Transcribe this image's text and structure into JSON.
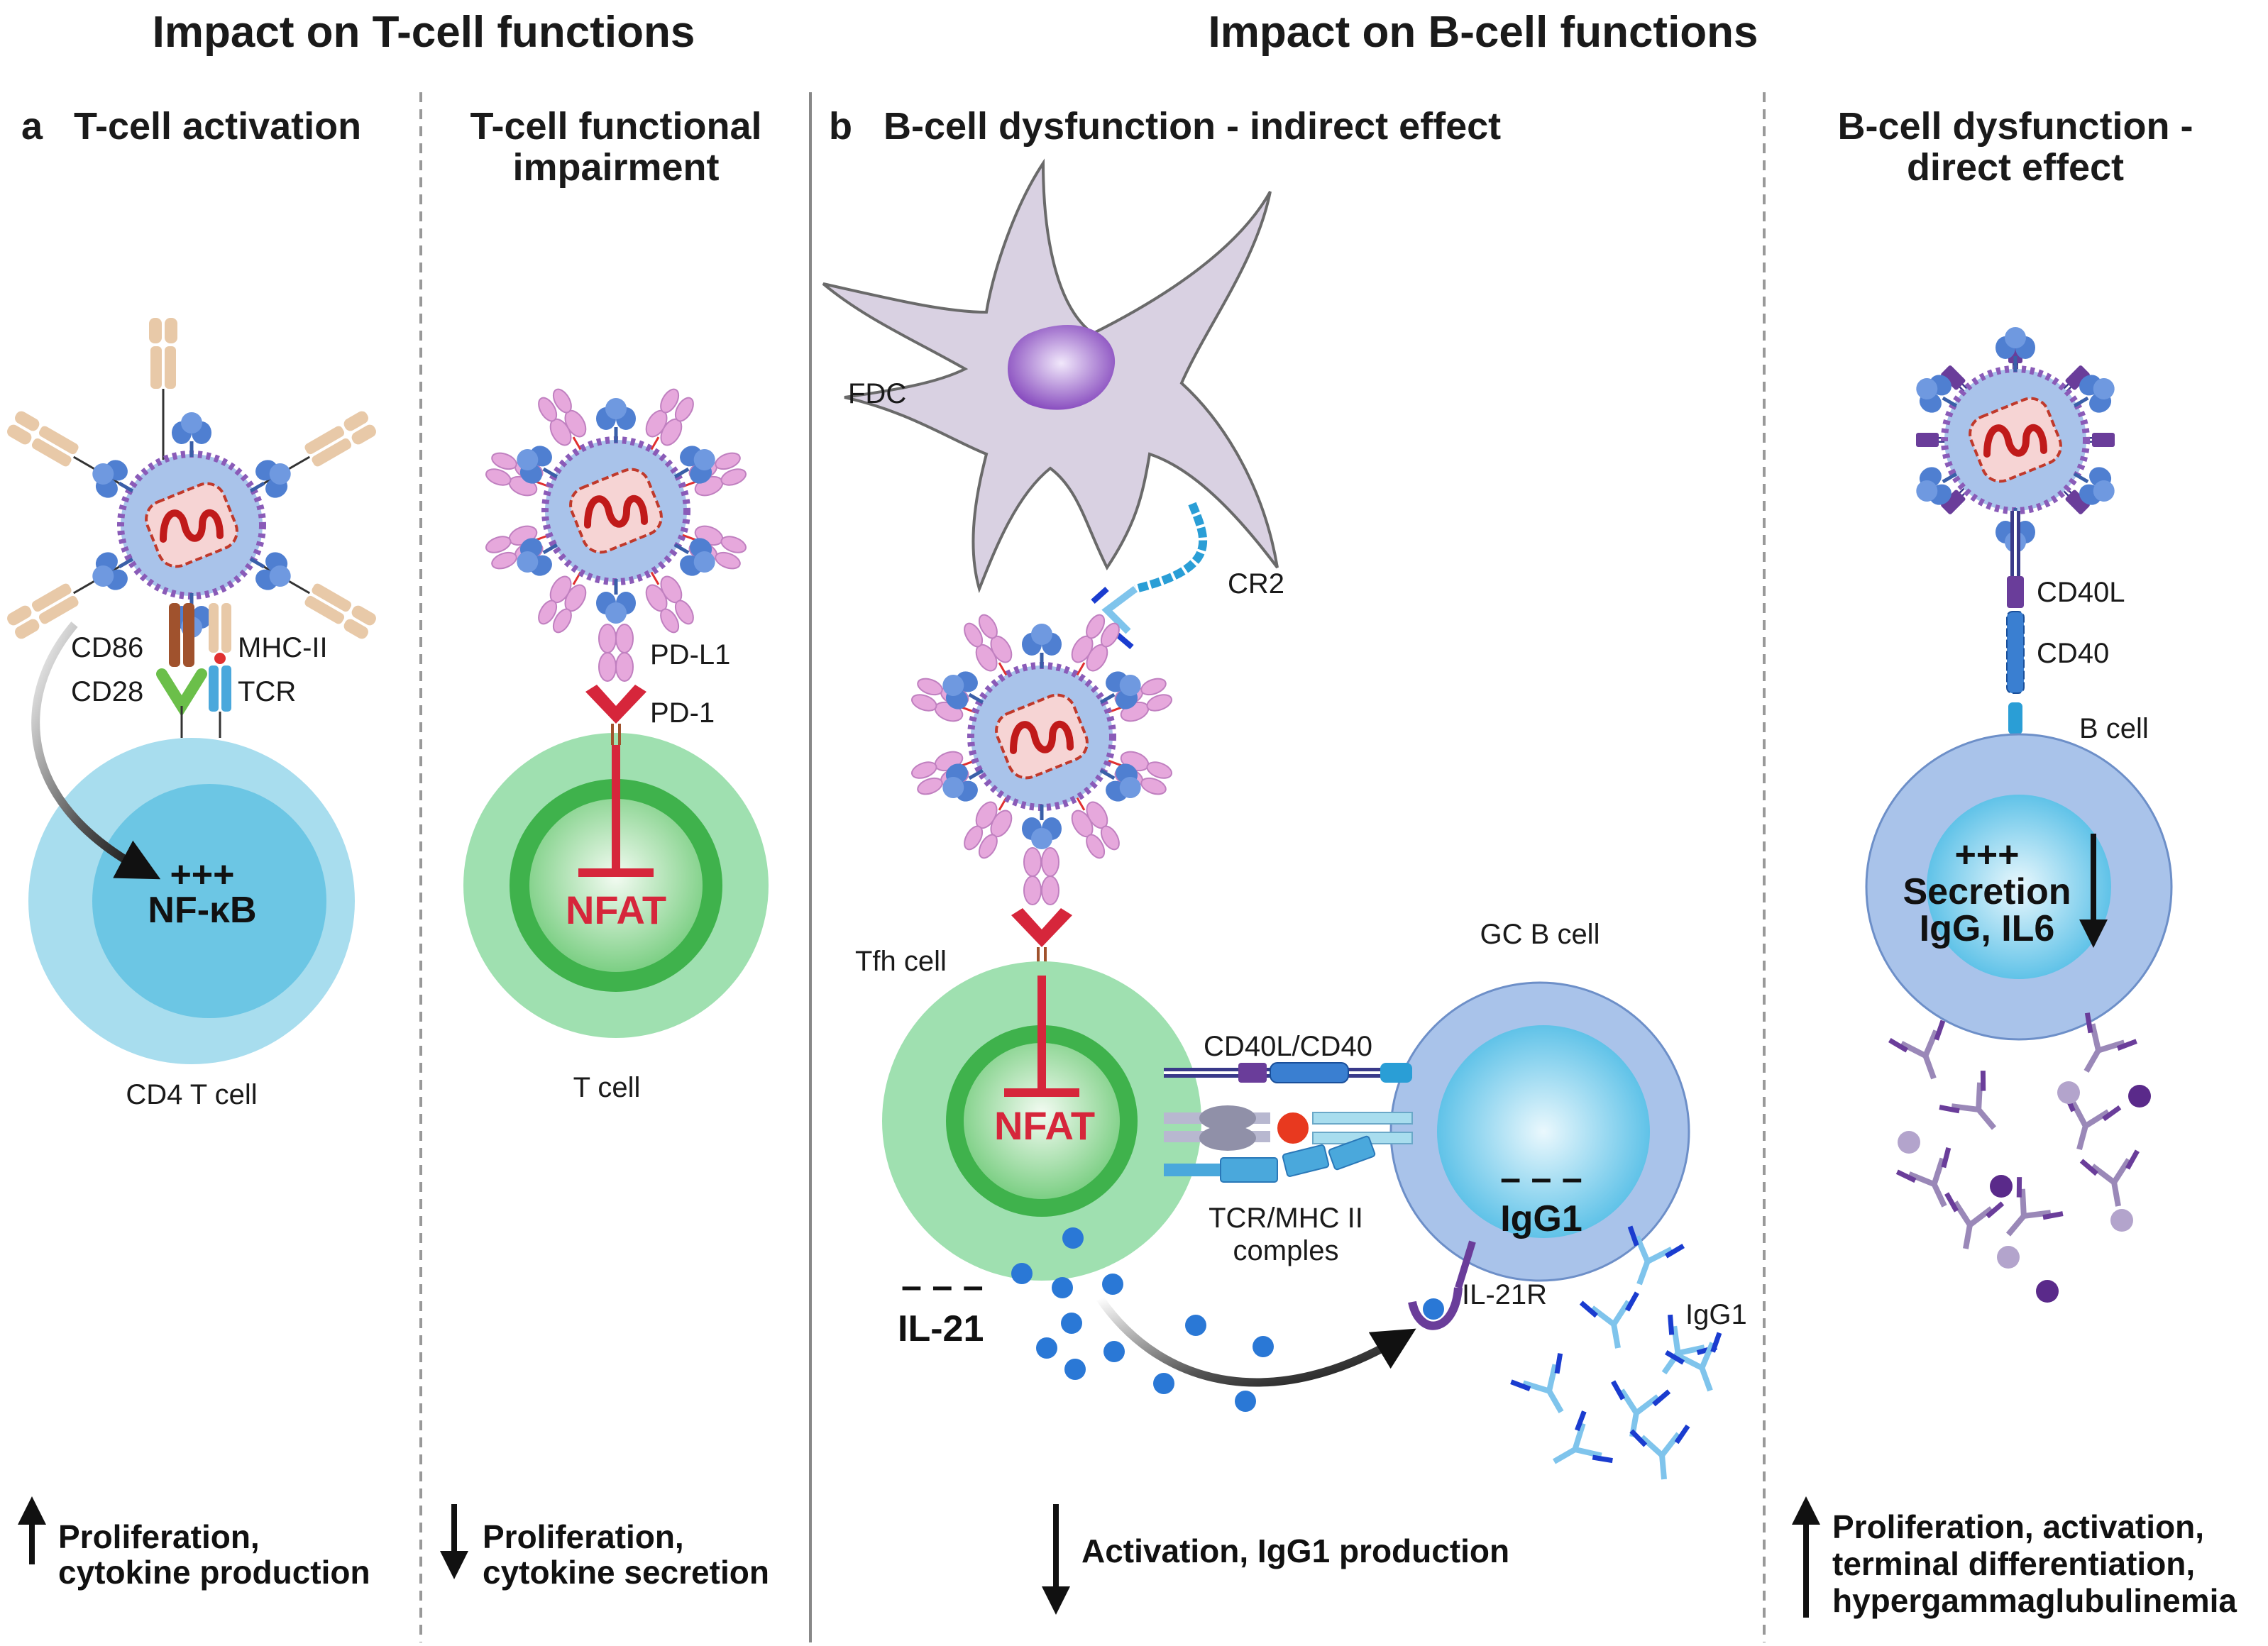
{
  "headers": {
    "t_cell": "Impact on T-cell functions",
    "b_cell": "Impact on B-cell functions"
  },
  "panels": {
    "a_letter": "a",
    "a_title": "T-cell activation",
    "p2_title_1": "T-cell functional",
    "p2_title_2": "impairment",
    "b_letter": "b",
    "b_title": "B-cell dysfunction - indirect effect",
    "p4_title_1": "B-cell dysfunction -",
    "p4_title_2": "direct effect"
  },
  "labels": {
    "cd86": "CD86",
    "cd28": "CD28",
    "mhc_ii": "MHC-II",
    "tcr": "TCR",
    "nfkb_plus": "+++",
    "nfkb": "NF-κB",
    "cd4_t_cell": "CD4 T cell",
    "pd_l1": "PD-L1",
    "pd_1": "PD-1",
    "nfat": "NFAT",
    "t_cell": "T cell",
    "fdc": "FDC",
    "cr2": "CR2",
    "tfh_cell": "Tfh cell",
    "gc_b_cell": "GC B cell",
    "cd40l_cd40": "CD40L/CD40",
    "tcr_mhc_1": "TCR/MHC II",
    "tcr_mhc_2": "comples",
    "dashes": "– – –",
    "il21": "IL-21",
    "igg1_big": "IgG1",
    "il21r": "IL-21R",
    "igg1": "IgG1",
    "cd40l": "CD40L",
    "cd40": "CD40",
    "b_cell": "B cell",
    "sec_plus": "+++",
    "secretion": "Secretion",
    "igg_il6": "IgG, IL6"
  },
  "outcomes": {
    "a_1": "Proliferation,",
    "a_2": "cytokine production",
    "p2_1": "Proliferation,",
    "p2_2": "cytokine secretion",
    "b": "Activation, IgG1 production",
    "p4_1": "Proliferation, activation,",
    "p4_2": "terminal differentiation,",
    "p4_3": "hypergammaglubulinemia"
  },
  "colors": {
    "virion_fill": "#a9c3ea",
    "spike": "#4f7fd1",
    "rna": "#c01a1a",
    "cd4_outer": "#a8ddee",
    "cd4_inner": "#6cc6e4",
    "green_outer": "#9fe0b0",
    "green_ring": "#3fb24c",
    "nfat_red": "#d6263b",
    "fdc": "#d9d1e2",
    "b_cell": "#a9c3ea",
    "il21_dot": "#2a78d6",
    "purple": "#6a3d9a"
  }
}
